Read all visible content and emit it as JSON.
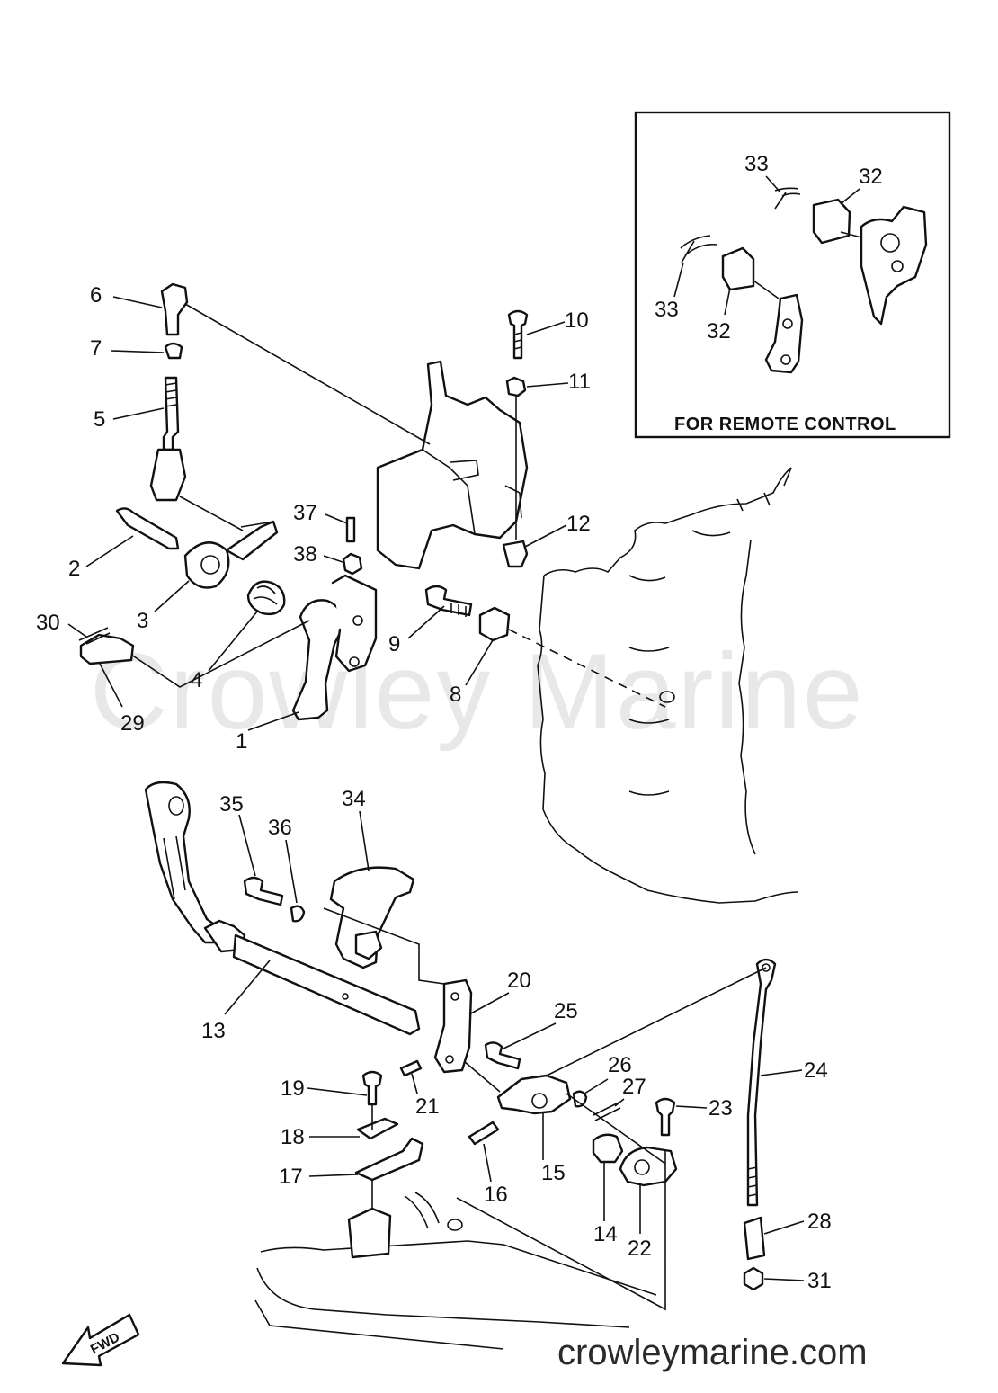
{
  "watermark": "Crowley Marine",
  "site": "crowleymarine.com",
  "inset": {
    "title": "FOR REMOTE CONTROL"
  },
  "fwd_label": "FWD",
  "labels": {
    "p1": "1",
    "p2": "2",
    "p3": "3",
    "p4": "4",
    "p5": "5",
    "p6": "6",
    "p7": "7",
    "p8": "8",
    "p9": "9",
    "p10": "10",
    "p11": "11",
    "p12": "12",
    "p13": "13",
    "p14": "14",
    "p15": "15",
    "p16": "16",
    "p17": "17",
    "p18": "18",
    "p19": "19",
    "p20": "20",
    "p21": "21",
    "p22": "22",
    "p23": "23",
    "p24": "24",
    "p25": "25",
    "p26": "26",
    "p27": "27",
    "p28": "28",
    "p29": "29",
    "p30": "30",
    "p31": "31",
    "p32a": "32",
    "p32b": "32",
    "p33a": "33",
    "p33b": "33",
    "p34": "34",
    "p35": "35",
    "p36": "36",
    "p37": "37",
    "p38": "38"
  }
}
